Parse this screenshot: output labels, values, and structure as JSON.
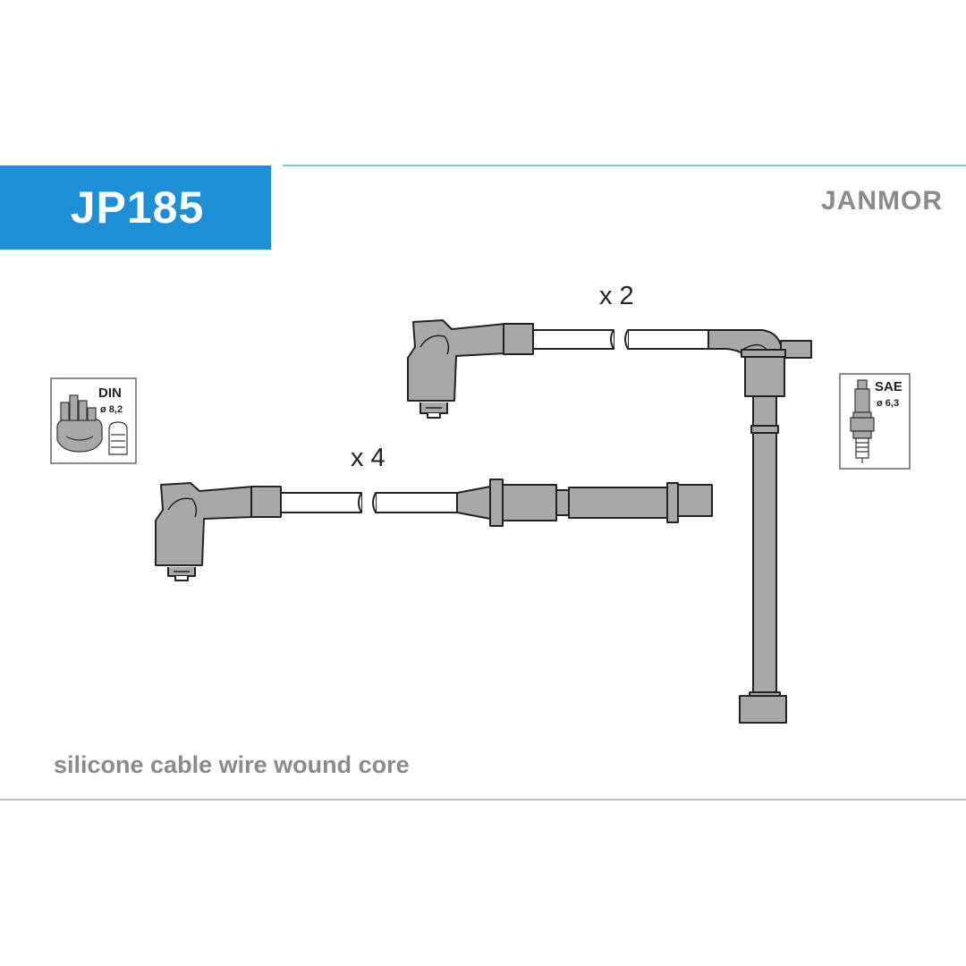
{
  "header": {
    "part_code": "JP185",
    "brand": "JANMOR"
  },
  "diagram": {
    "qty_upper": "x 2",
    "qty_lower": "x 4",
    "din_badge": {
      "label": "DIN",
      "size": "ø 8,2"
    },
    "sae_badge": {
      "label": "SAE",
      "size": "ø 6,3"
    }
  },
  "footer": {
    "description": "silicone cable wire wound core"
  },
  "colors": {
    "accent_blue": "#1c8fd6",
    "rule_blue": "#7fcbe6",
    "text_gray": "#8a8a8a",
    "part_gray": "#a8a8a8"
  }
}
